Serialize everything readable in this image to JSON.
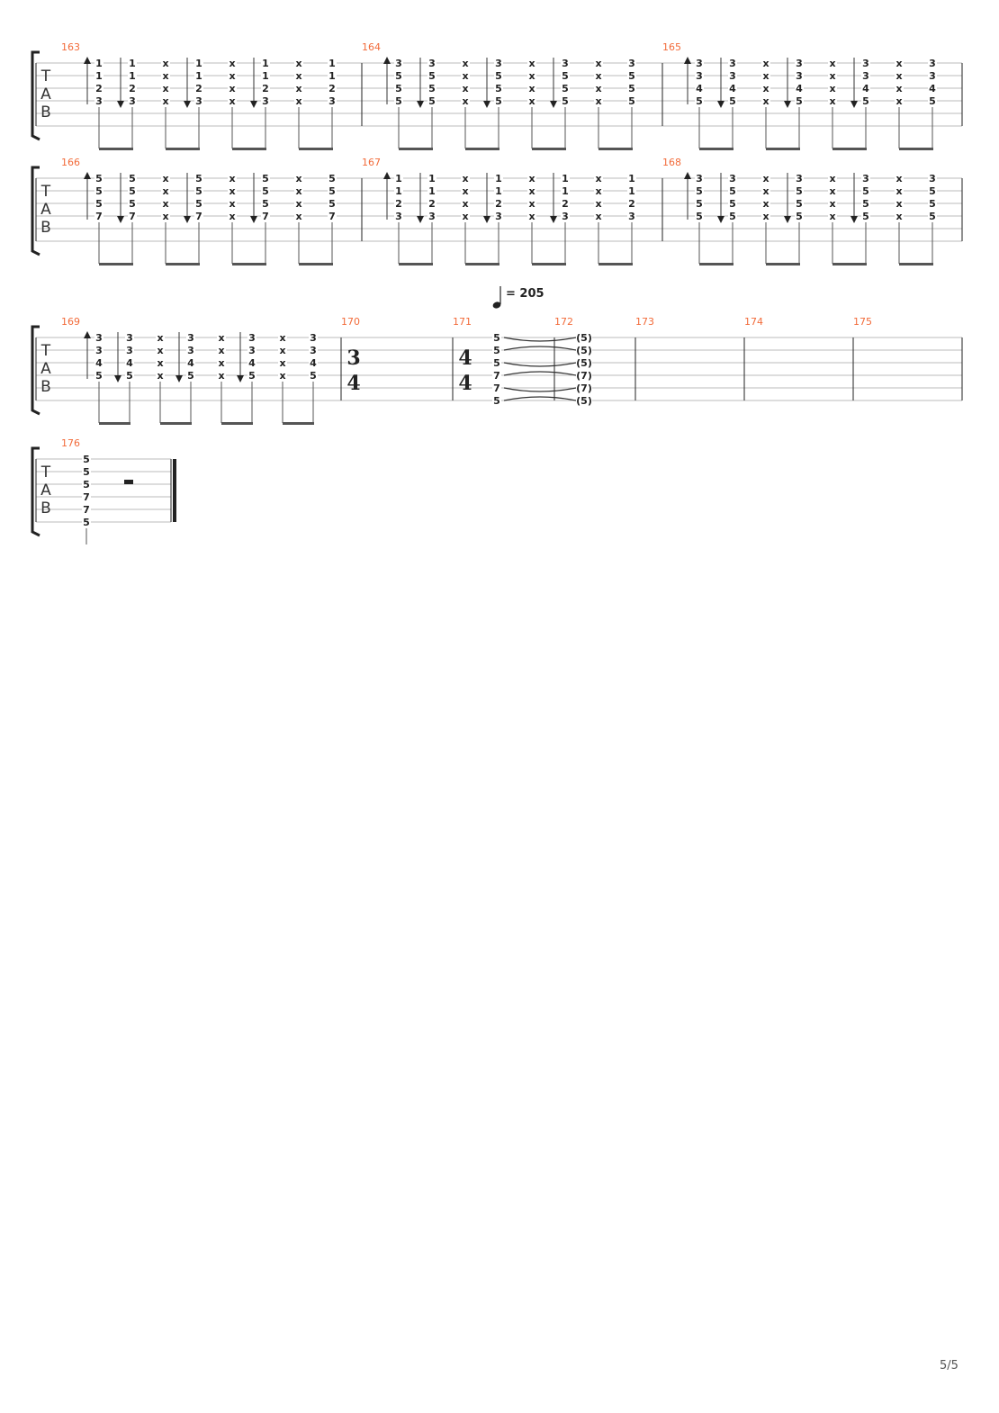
{
  "page_number": "5/5",
  "tab_clef": [
    "T",
    "A",
    "B"
  ],
  "mute_symbol": "x",
  "tempo": {
    "text": "= 205",
    "icon": "quarter-note-icon"
  },
  "strum_pattern": [
    "C",
    "C",
    "X",
    "C",
    "X",
    "C",
    "X",
    "C"
  ],
  "strokes": [
    "up",
    "down",
    null,
    "down",
    null,
    "down",
    null,
    null
  ],
  "rows": [
    {
      "measures": [
        {
          "number": "163",
          "chord": [
            "1",
            "1",
            "2",
            "3"
          ]
        },
        {
          "number": "164",
          "chord": [
            "3",
            "5",
            "5",
            "5"
          ]
        },
        {
          "number": "165",
          "chord": [
            "3",
            "3",
            "4",
            "5"
          ]
        }
      ]
    },
    {
      "measures": [
        {
          "number": "166",
          "chord": [
            "5",
            "5",
            "5",
            "7"
          ]
        },
        {
          "number": "167",
          "chord": [
            "1",
            "1",
            "2",
            "3"
          ]
        },
        {
          "number": "168",
          "chord": [
            "3",
            "5",
            "5",
            "5"
          ]
        }
      ]
    },
    {
      "measures": [
        {
          "number": "169",
          "chord": [
            "3",
            "3",
            "4",
            "5"
          ]
        },
        {
          "number": "170",
          "time_signature": [
            "3",
            "4"
          ]
        },
        {
          "number": "171",
          "time_signature": [
            "4",
            "4"
          ],
          "full_chord": [
            "5",
            "5",
            "5",
            "7",
            "7",
            "5"
          ]
        },
        {
          "number": "172",
          "tied_chord": [
            "(5)",
            "(5)",
            "(5)",
            "(7)",
            "(7)",
            "(5)"
          ]
        },
        {
          "number": "173"
        },
        {
          "number": "174"
        },
        {
          "number": "175"
        }
      ]
    },
    {
      "measures": [
        {
          "number": "176",
          "full_chord": [
            "5",
            "5",
            "5",
            "7",
            "7",
            "5"
          ],
          "rest": "half-rest"
        }
      ]
    }
  ]
}
